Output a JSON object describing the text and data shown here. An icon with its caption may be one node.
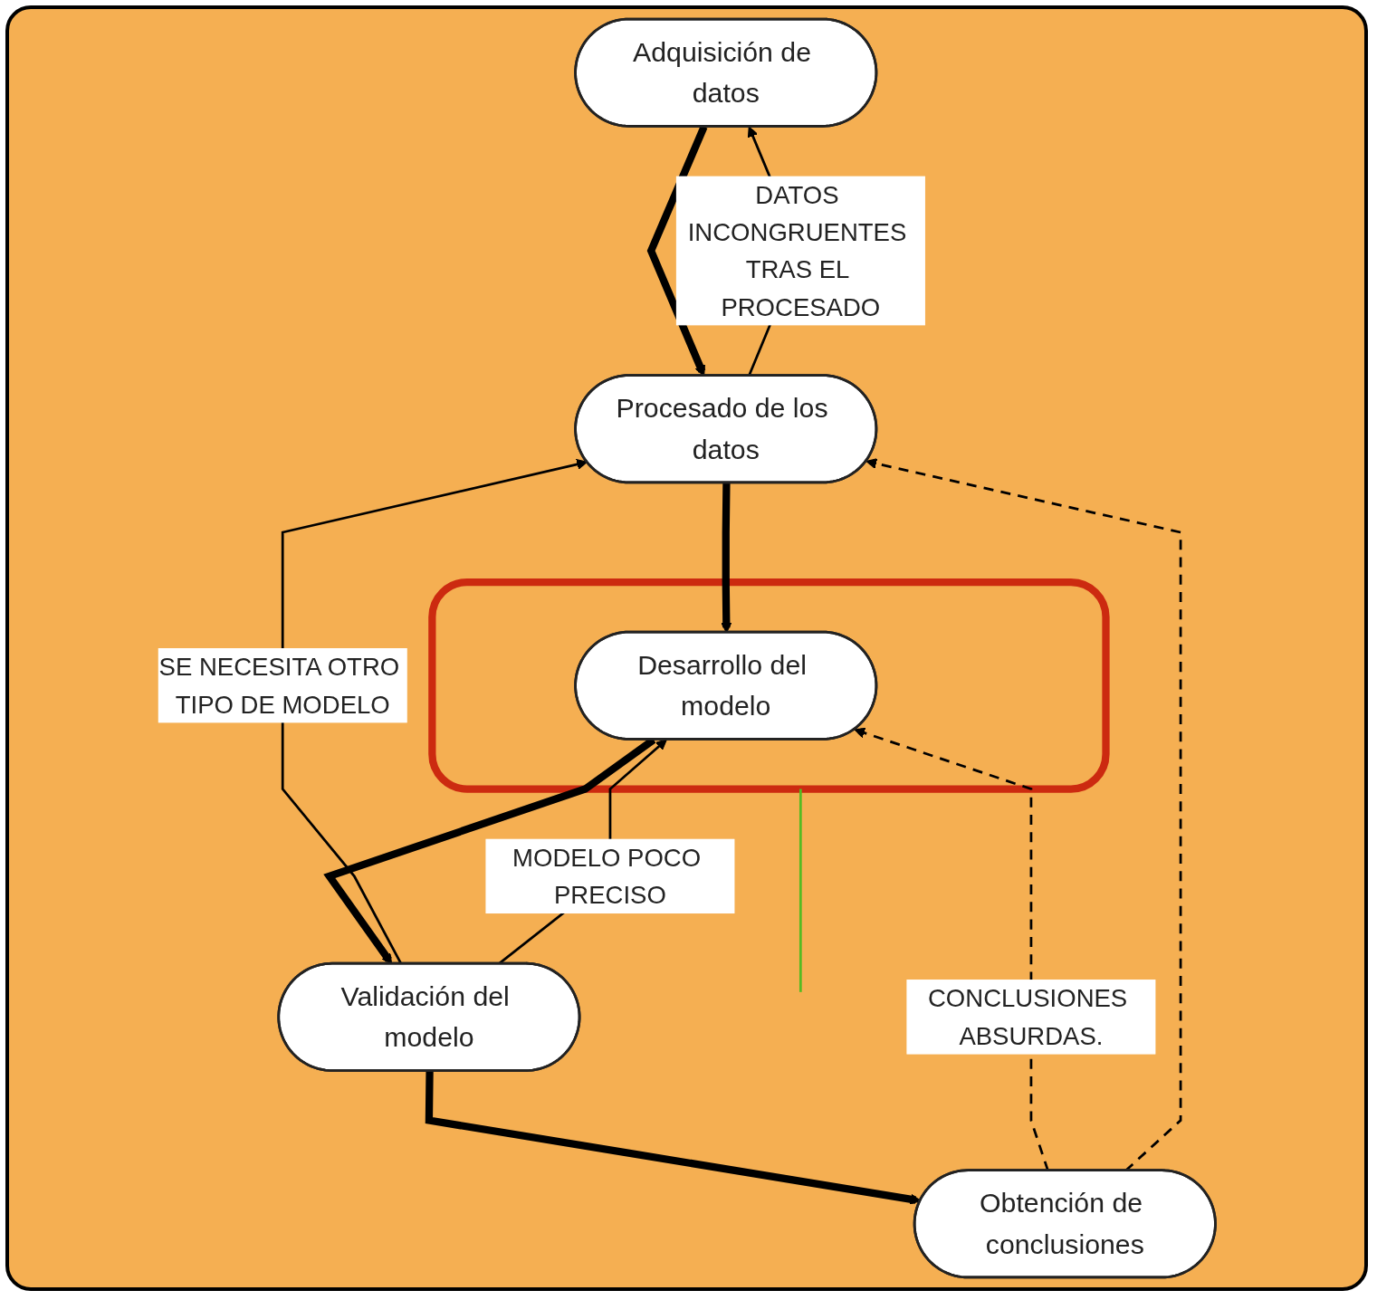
{
  "diagram": {
    "nodes": [
      {
        "text": [
          "Adquisición de datos"
        ]
      },
      {
        "text": [
          "Procesado de los datos"
        ]
      },
      {
        "text": [],
        "shape": "box"
      },
      {
        "text": [
          "Desarrollo del modelo"
        ],
        "in": 2
      },
      {
        "text": [
          "Validación del modelo"
        ]
      },
      {
        "text": [
          "Obtención de conclusiones"
        ]
      }
    ],
    "edges": [
      {
        "from": 0,
        "to": 1,
        "arrow": "to",
        "style": "thick"
      },
      {
        "from": 1,
        "to": 3,
        "arrow": "to",
        "style": "thick"
      },
      {
        "from": 3,
        "to": 4,
        "arrow": "to",
        "style": "thick"
      },
      {
        "from": 4,
        "to": 5,
        "arrow": "to",
        "style": "thick"
      },
      {
        "from": 1,
        "to": 0,
        "arrow": "to",
        "label": "DATOS INCONGRUENTES TRAS EL PROCESADO"
      },
      {
        "from": 4,
        "to": 1,
        "arrow": "to",
        "label": "SE NECESITA OTRO TIPO DE MODELO"
      },
      {
        "from": 4,
        "to": 3,
        "arrow": "to",
        "label": "MODELO POCO PRECISO"
      },
      {
        "from": 5,
        "to": 3,
        "arrow": "to",
        "style": "dashed",
        "label": "CONCLUSIONES ABSURDAS."
      },
      {
        "from": 5,
        "to": 1,
        "arrow": "to",
        "style": "dashed"
      },
      {
        "from": 2,
        "to": null,
        "arrow": "none",
        "color": "#55bb22"
      }
    ]
  }
}
